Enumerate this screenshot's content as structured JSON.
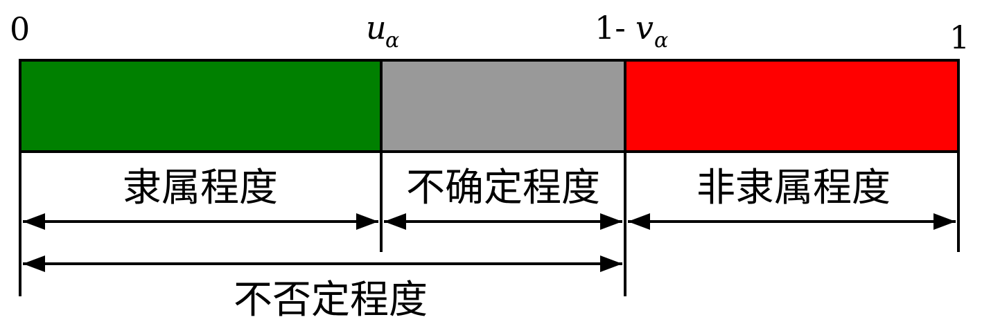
{
  "ticks": {
    "zero": "0",
    "u_main": "u",
    "u_sub": "α",
    "one_minus": "1-",
    "v_main": "v",
    "v_sub": "α",
    "one": "1"
  },
  "segments": {
    "membership": {
      "label": "隶属程度",
      "color": "#008000"
    },
    "uncertainty": {
      "label": "不确定程度",
      "color": "#999999"
    },
    "non_membership": {
      "label": "非隶属程度",
      "color": "#ff0000"
    }
  },
  "non_negation_label": "不否定程度"
}
